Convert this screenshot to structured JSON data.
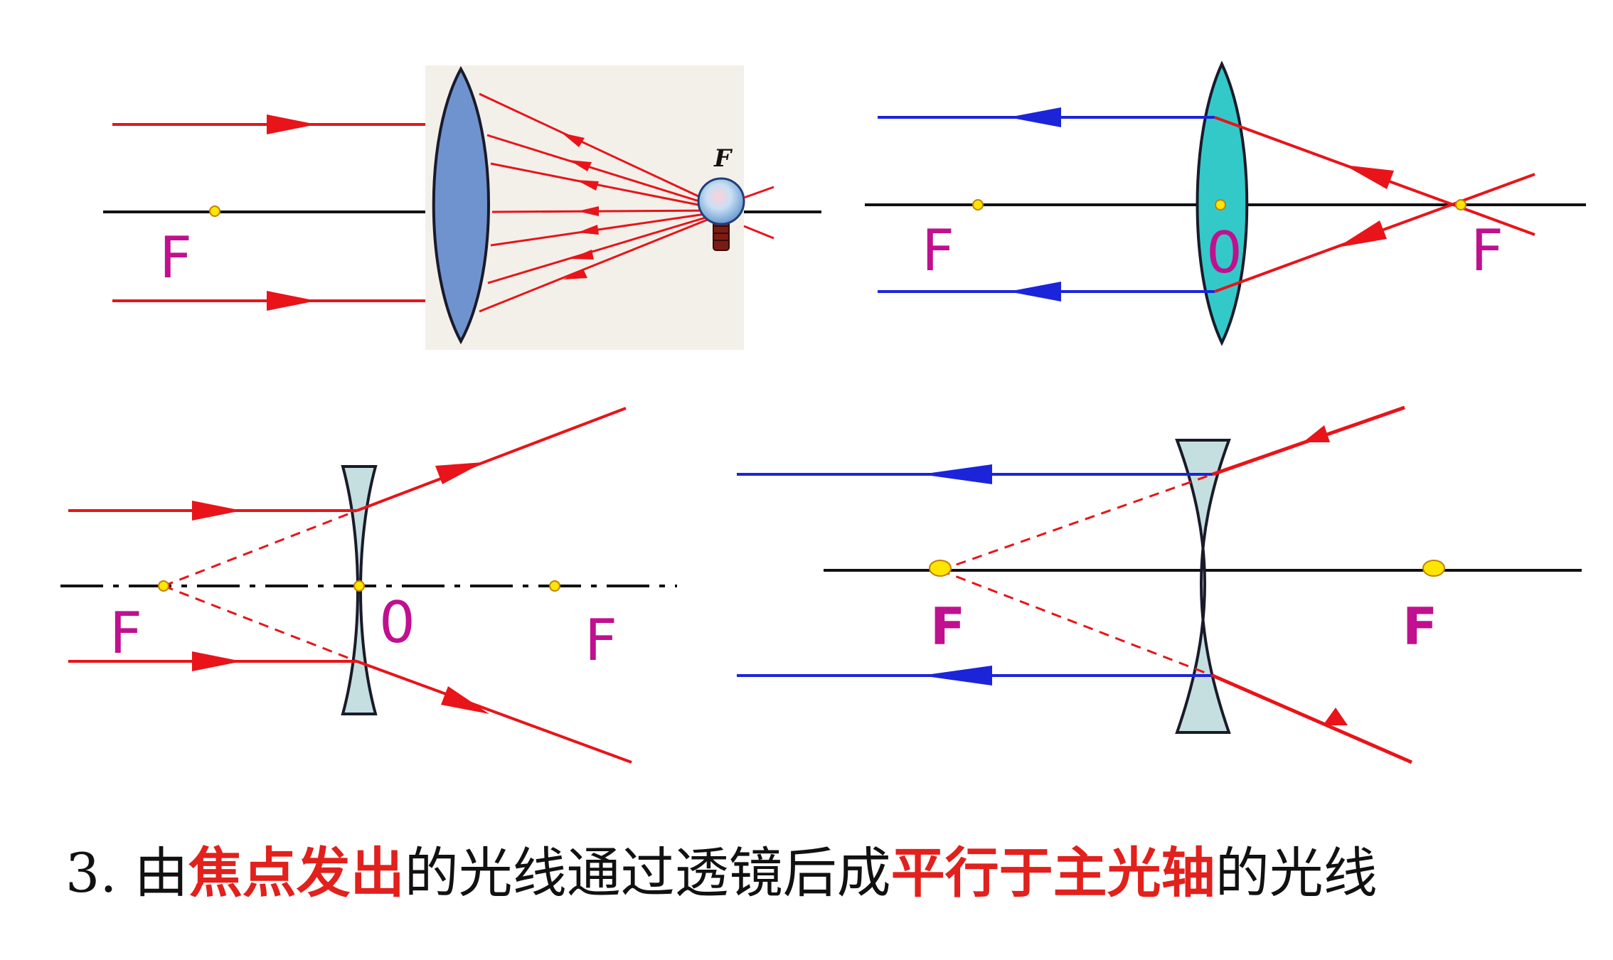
{
  "colors": {
    "ray_red": "#e8141a",
    "ray_blue": "#1c24d9",
    "axis": "#111111",
    "focus_label": "#c0108f",
    "lens_blue": "#6f93cf",
    "lens_teal": "#33c9c9",
    "lens_concave": "#c5dfe0",
    "focus_dot": "#ffe500",
    "caption_highlight": "#e2201c"
  },
  "panel_top_left": {
    "focus_label": "F",
    "bulb_label": "F",
    "icon": "light-bulb-icon"
  },
  "panel_top_right": {
    "focus_left_label": "F",
    "center_label": "0",
    "focus_right_label": "F"
  },
  "panel_bottom_left": {
    "focus_left_label": "F",
    "center_label": "0",
    "focus_right_label": "F"
  },
  "panel_bottom_right": {
    "focus_left_label": "F",
    "focus_right_label": "F"
  },
  "caption": {
    "number": "3.",
    "part1": "由",
    "highlight1": "焦点发出",
    "part2": "的光线通过透镜后成",
    "highlight2": "平行于主光轴",
    "part3": "的光线"
  }
}
